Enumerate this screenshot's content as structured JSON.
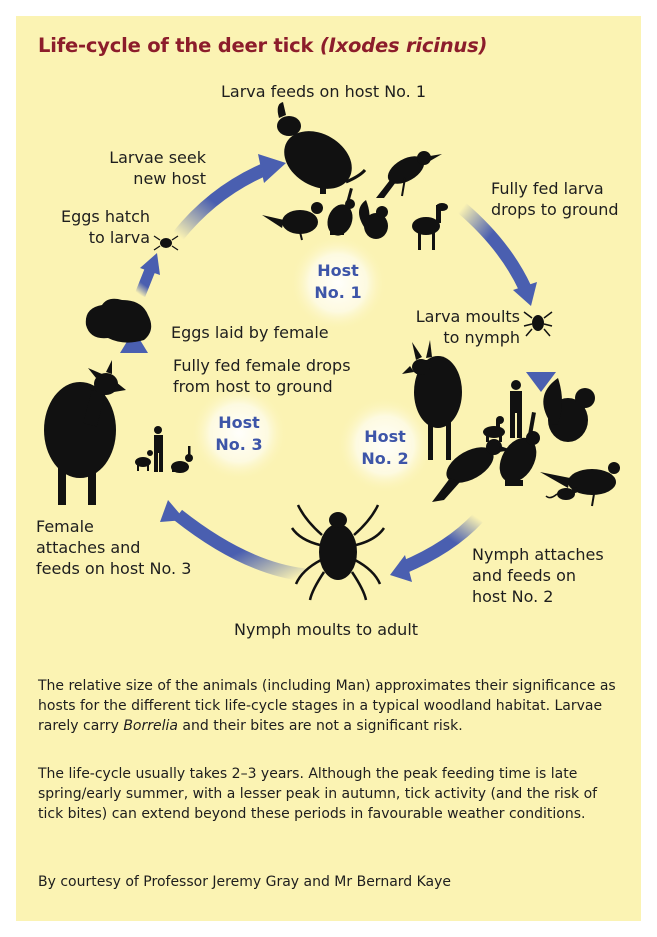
{
  "title": {
    "main": "Life-cycle of the deer tick ",
    "species": "(Ixodes ricinus)"
  },
  "stages": {
    "larva_feeds": "Larva feeds on host No. 1",
    "fully_fed_larva": [
      "Fully fed larva",
      "drops to ground"
    ],
    "larva_moults": [
      "Larva moults",
      "to nymph"
    ],
    "nymph_attaches": [
      "Nymph attaches",
      "and feeds on",
      "host No. 2"
    ],
    "nymph_moults": "Nymph moults to adult",
    "female_attaches": [
      "Female",
      "attaches and",
      "feeds on host No. 3"
    ],
    "fully_fed_female": [
      "Fully fed female drops",
      "from host to ground"
    ],
    "eggs_laid": "Eggs laid by female",
    "eggs_hatch": [
      "Eggs hatch",
      "to larva"
    ],
    "larvae_seek": [
      "Larvae seek",
      "new host"
    ]
  },
  "hosts": {
    "host1": [
      "Host",
      "No. 1"
    ],
    "host2": [
      "Host",
      "No. 2"
    ],
    "host3": [
      "Host",
      "No. 3"
    ]
  },
  "notes": {
    "para1_a": "The relative size of the animals (including Man) approximates their significance as hosts for the different tick life-cycle stages in a typical woodland habitat. Larvae rarely carry ",
    "para1_italic": "Borrelia",
    "para1_b": " and their bites are not a significant risk.",
    "para2": "The life-cycle usually takes 2–3 years. Although the peak feeding time is late spring/early summer, with a lesser peak in autumn, tick activity (and the risk of tick bites) can extend beyond these periods in favourable weather conditions.",
    "credit": "By courtesy of Professor Jeremy Gray and Mr Bernard Kaye"
  },
  "colors": {
    "background": "#fbf3b3",
    "title": "#8c1d2b",
    "arrow": "#4a5fb0",
    "host_label": "#3d55a8",
    "silhouette": "#111111"
  },
  "icons": [
    "rodent-icon",
    "bird-icon",
    "pheasant-icon",
    "hare-icon",
    "squirrel-icon",
    "deer-icon",
    "tick-larva-icon",
    "egg-mass-icon",
    "larva-icon",
    "human-icon",
    "dog-icon",
    "tick-adult-icon",
    "blackbird-icon",
    "mouse-icon"
  ]
}
